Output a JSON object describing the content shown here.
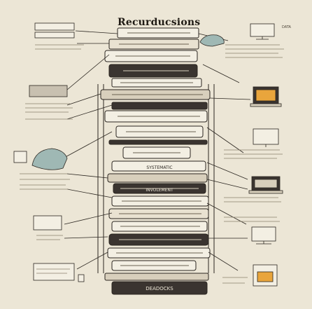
{
  "diagram": {
    "title": "Recurducsions",
    "tags": {
      "top_banner": "SYSTEMATIC",
      "middle": "INVOLEMENT",
      "bottom": "DEADOCKS"
    },
    "monitor_label": "DATA",
    "colors": {
      "background": "#ece6d6",
      "ink": "#2b2620",
      "accent": "#e9a53c",
      "teal": "#9fb8b4",
      "dark": "#3a3430"
    }
  }
}
